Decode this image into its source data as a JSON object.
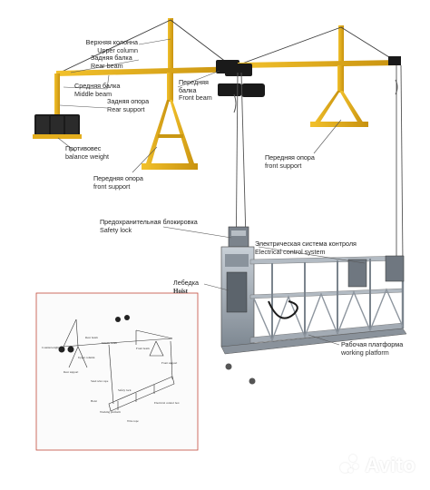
{
  "labels": {
    "upper_column": {
      "ru": "Верхняя колонна",
      "en": "Upper column"
    },
    "rear_beam": {
      "ru": "Задняя балка",
      "en": "Rear beam"
    },
    "middle_beam": {
      "ru": "Средняя балка",
      "en": "Middle beam"
    },
    "rear_support": {
      "ru": "Задняя опора",
      "en": "Rear support"
    },
    "front_beam": {
      "ru": "Передняя балка",
      "en": "Front beam"
    },
    "balance_weight": {
      "ru": "Противовес",
      "en": "balance weight"
    },
    "front_support_left": {
      "ru": "Передняя опора",
      "en": "front support"
    },
    "front_support_right": {
      "ru": "Передняя опора",
      "en": "front support"
    },
    "safety_lock": {
      "ru": "Предохранительная блокировка",
      "en": "Safety lock"
    },
    "electrical_control": {
      "ru": "Электрическая система контроля",
      "en": "Electrical control system"
    },
    "hoist": {
      "ru": "Лебедка",
      "en": "Hoist"
    },
    "working_platform": {
      "ru": "Рабочая платформа",
      "en": "working platform"
    }
  },
  "inset_labels": [
    "Counterweight",
    "Rear beam",
    "Middle beam",
    "Front beam",
    "Upper column",
    "Rear support",
    "Front support",
    "Steel wire rope",
    "Safety lock",
    "Hoist",
    "Electrical control box",
    "Working platform",
    "Wire rope"
  ],
  "watermark": {
    "text": "Avito"
  },
  "colors": {
    "frame_yellow": "#e8b21c",
    "frame_shadow": "#a97c10",
    "weight_black": "#1a1a1a",
    "platform_steel": "#9aa3ad",
    "leader_line": "#555555",
    "inset_border": "#c24a3c"
  }
}
